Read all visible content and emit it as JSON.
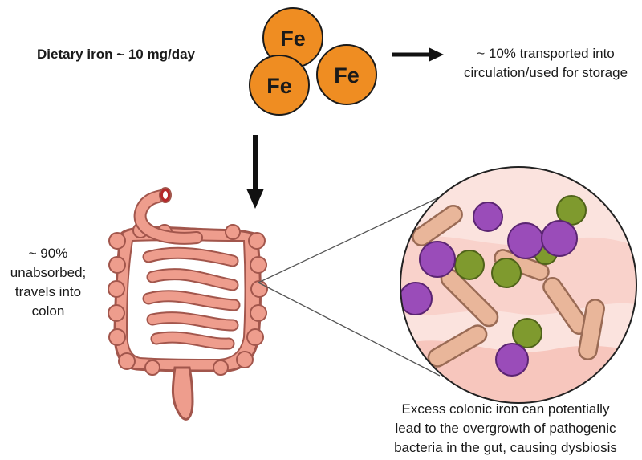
{
  "iron": {
    "atom_label": "Fe",
    "atom_color": "#ef8d22",
    "dietary_label": "Dietary iron ~ 10 mg/day"
  },
  "absorbed": {
    "line1": "~ 10% transported into",
    "line2": "circulation/used for storage"
  },
  "unabsorbed": {
    "line1": "~ 90%",
    "line2": "unabsorbed;",
    "line3": "travels into",
    "line4": "colon"
  },
  "dysbiosis": {
    "line1": "Excess colonic iron can potentially",
    "line2": "lead to the overgrowth of pathogenic",
    "line3": "bacteria in the gut, causing dysbiosis"
  },
  "colors": {
    "intestine": "#ee9d8d",
    "intestine_outline": "#a2564c",
    "background_zoom": "#f9d2cb",
    "rod_bacteria": "#e9b69a",
    "cocci_bacteria": "#9a4cb9",
    "virus_bacteria": "#7f9a2e"
  }
}
